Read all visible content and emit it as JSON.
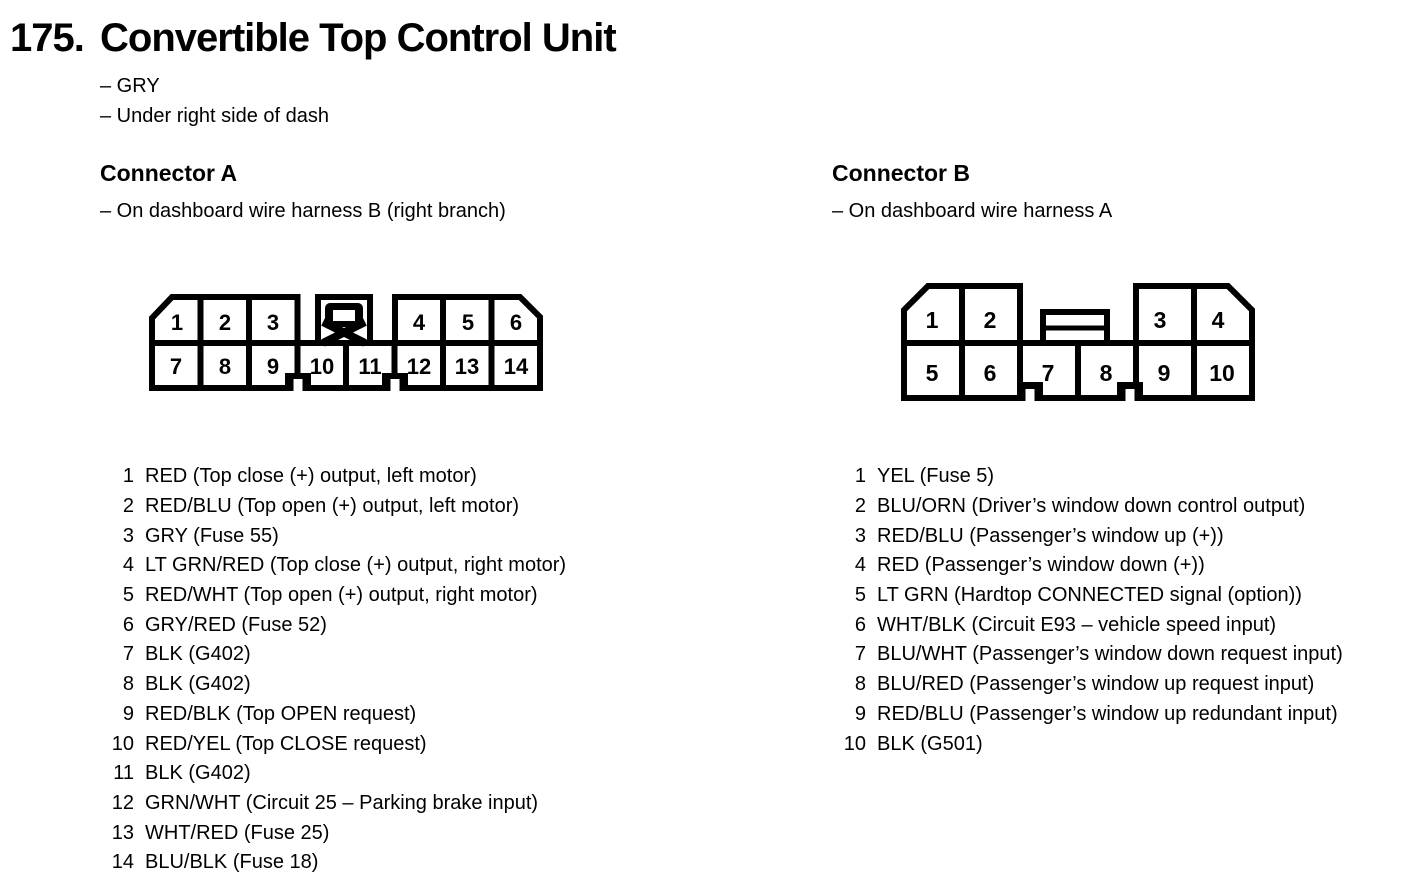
{
  "page": {
    "number": "175.",
    "title": "Convertible Top Control Unit",
    "notes": [
      "– GRY",
      "– Under right side of dash"
    ]
  },
  "connectors": {
    "a": {
      "title": "Connector A",
      "note": "– On dashboard wire harness B (right branch)",
      "pins": [
        {
          "num": "1",
          "desc": "RED (Top close (+) output, left motor)"
        },
        {
          "num": "2",
          "desc": "RED/BLU (Top open (+) output, left motor)"
        },
        {
          "num": "3",
          "desc": "GRY (Fuse 55)"
        },
        {
          "num": "4",
          "desc": "LT GRN/RED (Top close (+) output, right motor)"
        },
        {
          "num": "5",
          "desc": "RED/WHT (Top open (+) output, right motor)"
        },
        {
          "num": "6",
          "desc": "GRY/RED (Fuse 52)"
        },
        {
          "num": "7",
          "desc": "BLK (G402)"
        },
        {
          "num": "8",
          "desc": "BLK (G402)"
        },
        {
          "num": "9",
          "desc": "RED/BLK (Top OPEN request)"
        },
        {
          "num": "10",
          "desc": "RED/YEL (Top CLOSE request)"
        },
        {
          "num": "11",
          "desc": "BLK (G402)"
        },
        {
          "num": "12",
          "desc": "GRN/WHT (Circuit 25 – Parking brake input)"
        },
        {
          "num": "13",
          "desc": "WHT/RED (Fuse 25)"
        },
        {
          "num": "14",
          "desc": "BLU/BLK (Fuse 18)"
        }
      ]
    },
    "b": {
      "title": "Connector B",
      "note": "– On dashboard wire harness A",
      "pins": [
        {
          "num": "1",
          "desc": "YEL (Fuse 5)"
        },
        {
          "num": "2",
          "desc": "BLU/ORN (Driver’s window down control output)"
        },
        {
          "num": "3",
          "desc": "RED/BLU (Passenger’s window up (+))"
        },
        {
          "num": "4",
          "desc": "RED (Passenger’s window down (+))"
        },
        {
          "num": "5",
          "desc": "LT GRN (Hardtop CONNECTED signal (option))"
        },
        {
          "num": "6",
          "desc": "WHT/BLK (Circuit E93 – vehicle speed input)"
        },
        {
          "num": "7",
          "desc": "BLU/WHT (Passenger’s window down request input)"
        },
        {
          "num": "8",
          "desc": "BLU/RED (Passenger’s window up request input)"
        },
        {
          "num": "9",
          "desc": "RED/BLU (Passenger’s window up redundant input)"
        },
        {
          "num": "10",
          "desc": "BLK (G501)"
        }
      ]
    }
  },
  "colors": {
    "ink": "#000000",
    "paper": "#ffffff"
  }
}
